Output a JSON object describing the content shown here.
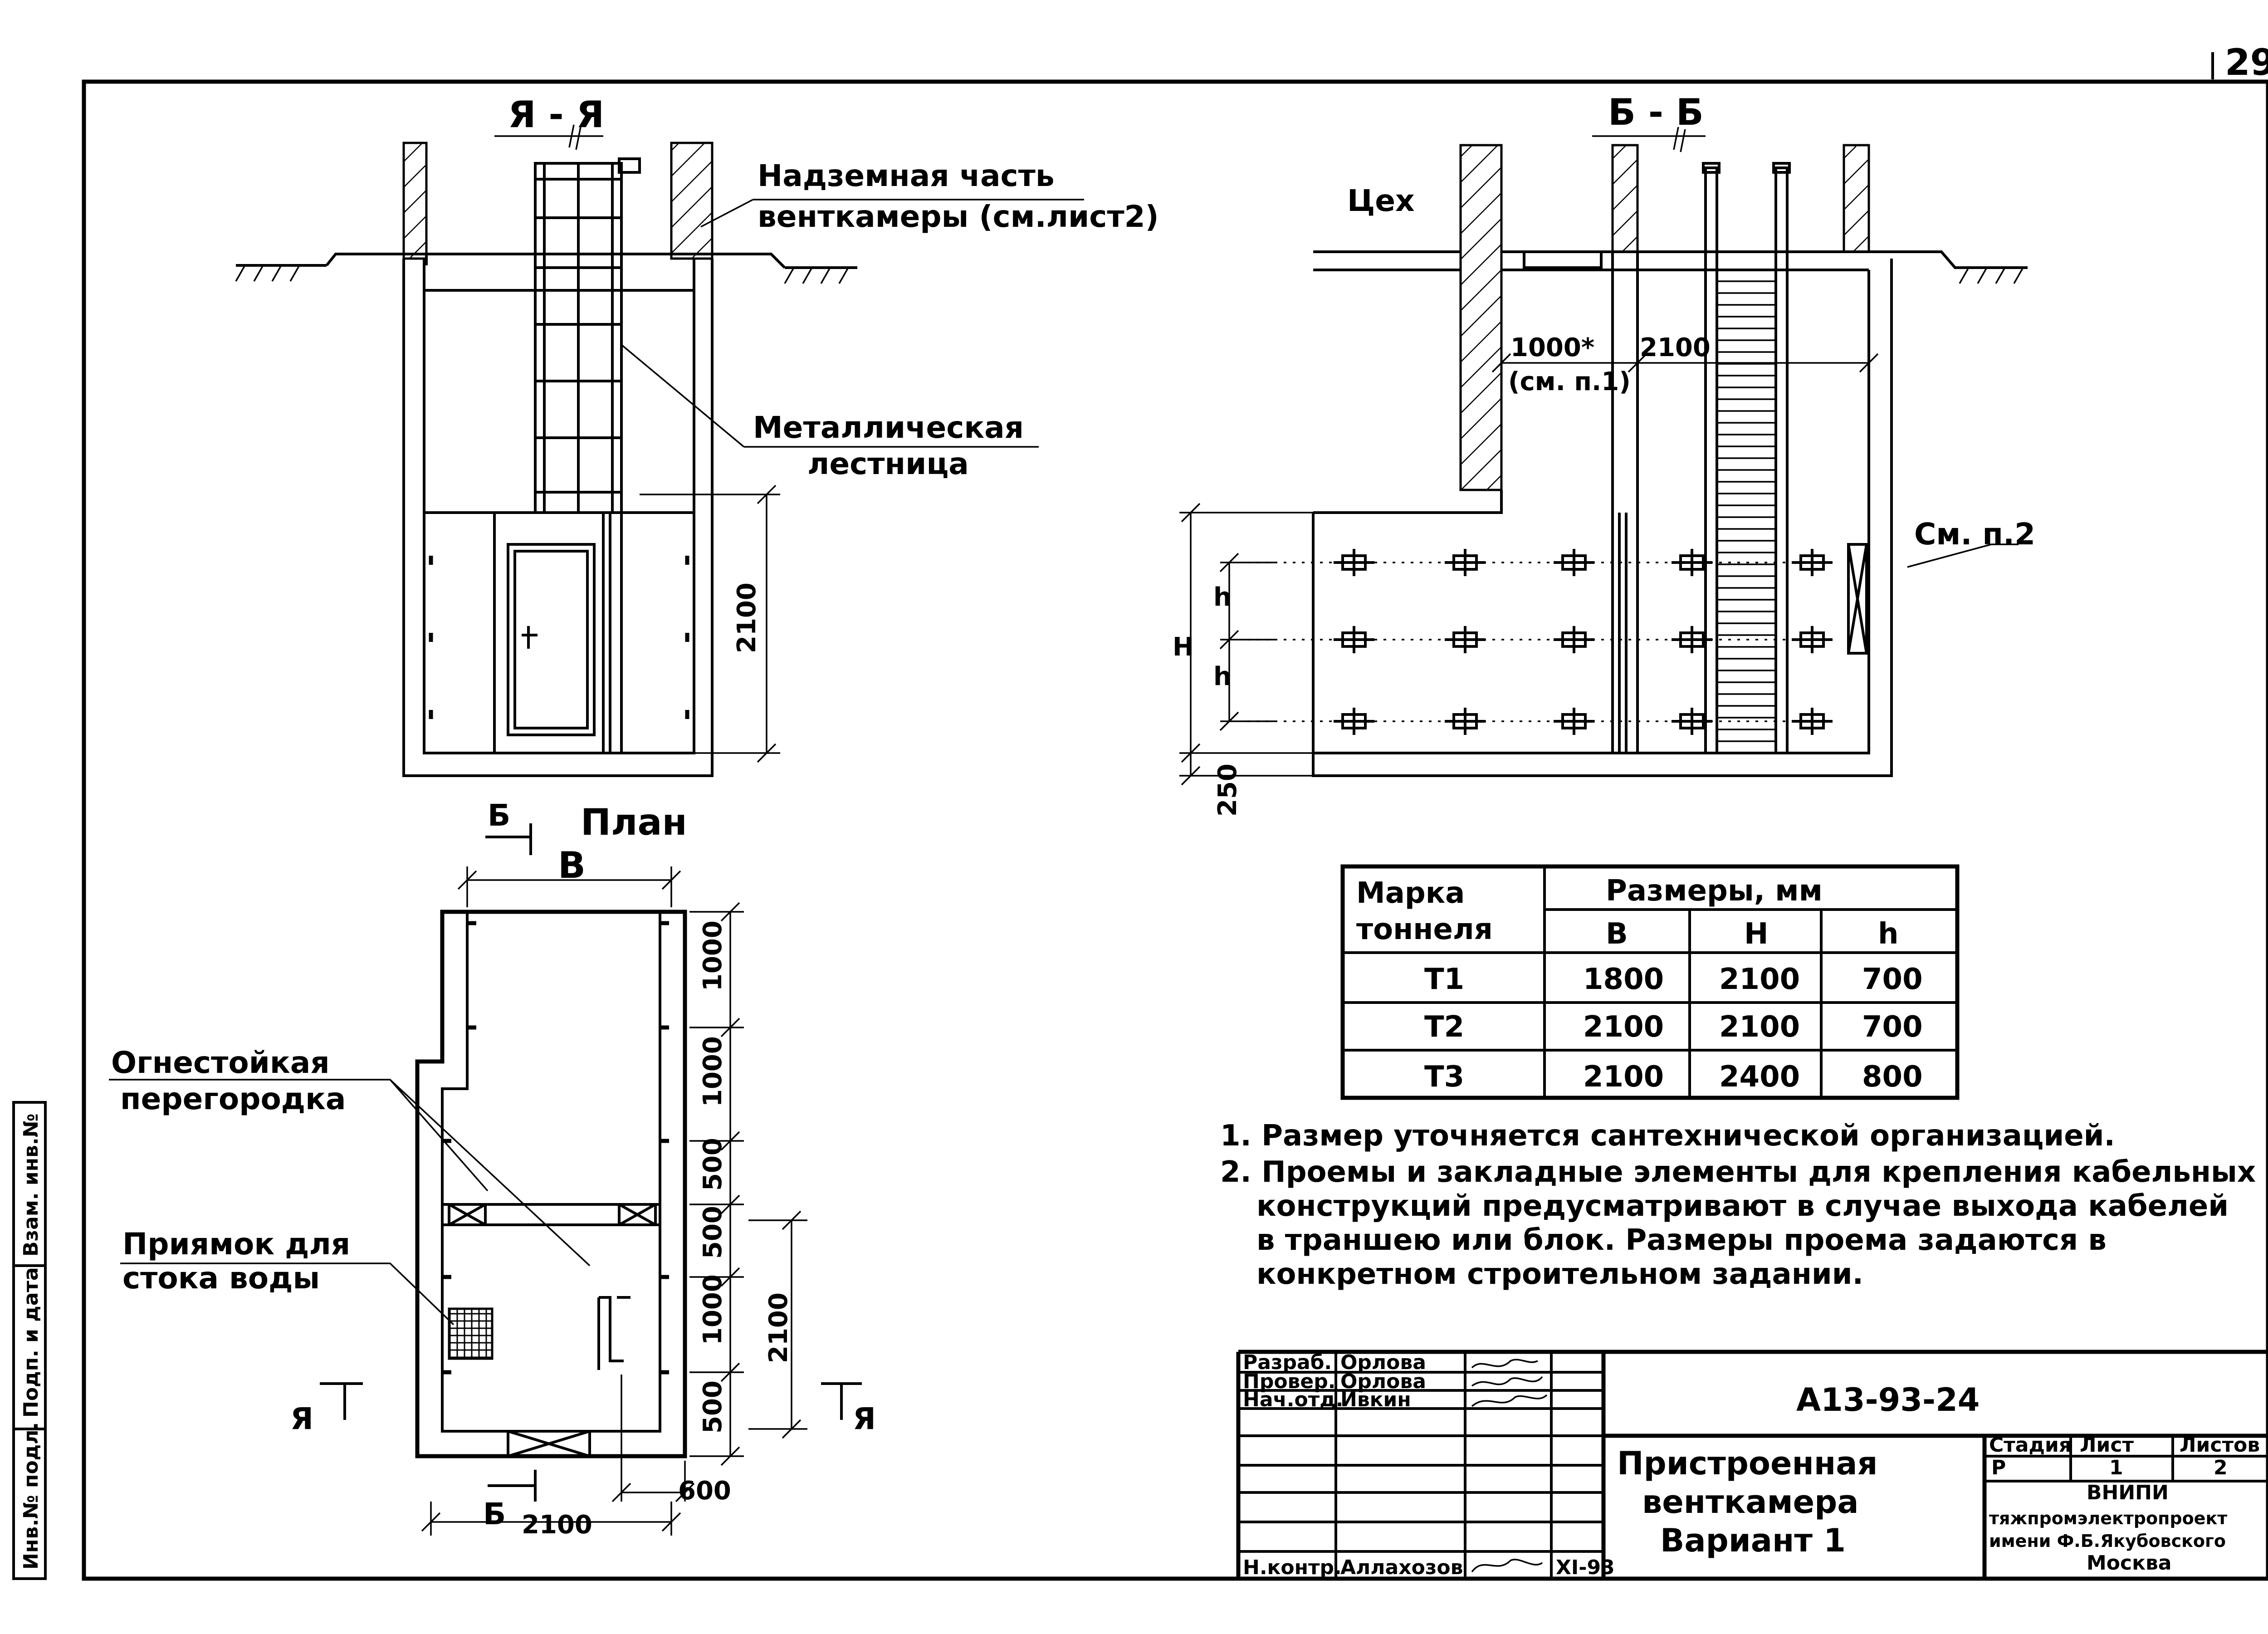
{
  "sheet_number": "29",
  "section_aa": {
    "title": "Я - Я",
    "label_aboveground": [
      "Надземная часть",
      "венткамеры (см.лист2)"
    ],
    "label_ladder": [
      "Металлическая",
      "лестница"
    ],
    "dim_height": "2100"
  },
  "section_bb": {
    "title": "Б - Б",
    "label_workshop": "Цех",
    "dim_1000": "1000*",
    "dim_1000_note": "(см. п.1)",
    "dim_2100": "2100",
    "ref_note": "См. п.2",
    "dim_H": "H",
    "dim_h1": "h",
    "dim_h2": "h",
    "dim_250": "250"
  },
  "plan": {
    "title": "План",
    "cut_b_top": "Б",
    "dim_B": "В",
    "label_partition": [
      "Огнестойкая",
      "перегородка"
    ],
    "label_pit": [
      "Приямок для",
      "стока воды"
    ],
    "cut_a_left": "Я",
    "cut_a_right": "Я",
    "cut_b_bottom": "Б",
    "dim_2100_bottom": "2100",
    "dim_600": "600",
    "dims_right": [
      "1000",
      "1000",
      "500",
      "500",
      "1000",
      "500"
    ],
    "dim_2100_right": "2100"
  },
  "table": {
    "header_mark": [
      "Марка",
      "тоннеля"
    ],
    "header_sizes": "Размеры, мм",
    "columns": [
      "В",
      "Н",
      "h"
    ],
    "rows": [
      {
        "mark": "Т1",
        "B": "1800",
        "H": "2100",
        "h": "700"
      },
      {
        "mark": "Т2",
        "B": "2100",
        "H": "2100",
        "h": "700"
      },
      {
        "mark": "Т3",
        "B": "2100",
        "H": "2400",
        "h": "800"
      }
    ]
  },
  "notes": [
    "1. Размер уточняется сантехнической организацией.",
    "2. Проемы и закладные элементы для крепления кабельных",
    "конструкций предусматривают в случае выхода кабелей",
    "в траншею или блок. Размеры проема задаются в",
    "конкретном строительном задании."
  ],
  "title_block": {
    "doc_code": "А13-93-24",
    "roles": [
      "Разраб.",
      "Провер.",
      "Нач.отд.",
      "Н.контр."
    ],
    "names": [
      "Орлова",
      "Орлова",
      "Ивкин",
      "Аллахозов"
    ],
    "date": "XI-93",
    "title": [
      "Пристроенная",
      "венткамера",
      "Вариант 1"
    ],
    "stage_label": "Стадия",
    "sheet_label": "Лист",
    "sheets_label": "Листов",
    "stage": "Р",
    "sheet": "1",
    "sheets": "2",
    "org": [
      "ВНИПИ",
      "тяжпромэлектропроект",
      "имени Ф.Б.Якубовского",
      "Москва"
    ]
  },
  "side_stamp": [
    "Инв.№ подл.",
    "Подп. и дата",
    "Взам. инв.№"
  ]
}
